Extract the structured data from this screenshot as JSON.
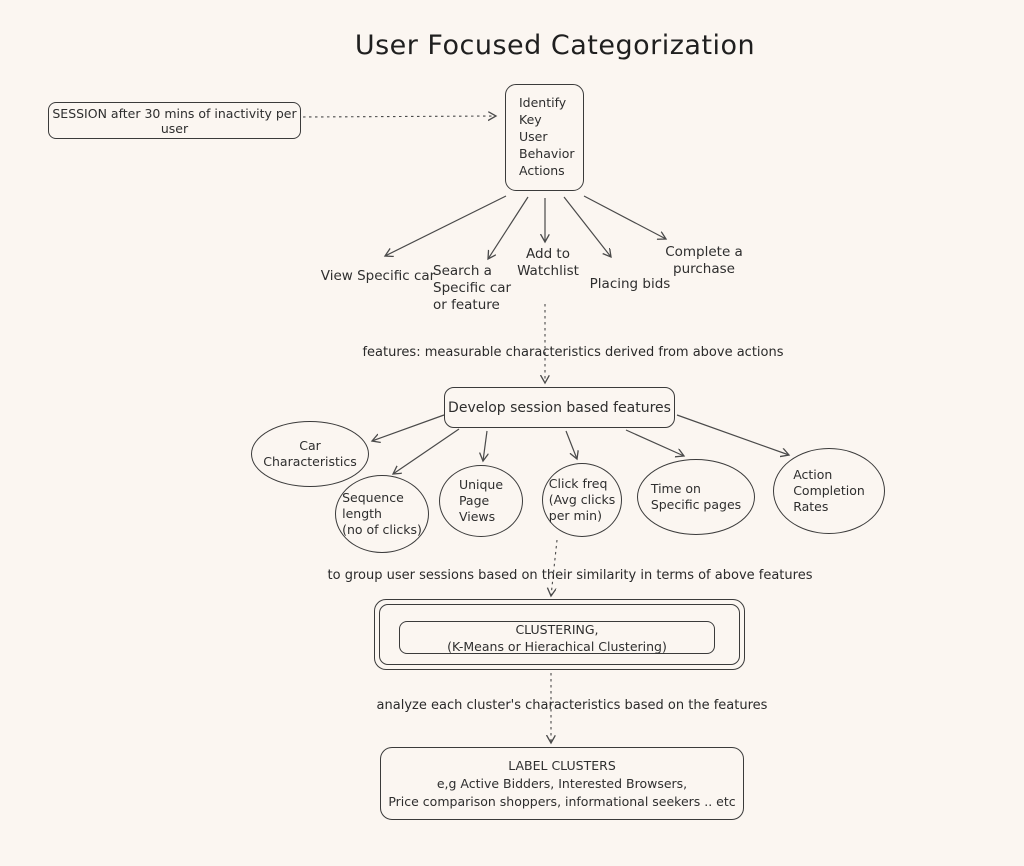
{
  "title": "User Focused Categorization",
  "colors": {
    "background": "#FBF6F1",
    "stroke": "#3b3b3b",
    "text": "#2e2e2e"
  },
  "nodes": {
    "session_note": "SESSION after 30 mins of inactivity per user",
    "identify": "Identify\nKey\nUser\nBehavior\nActions",
    "actions": {
      "view": "View Specific car",
      "search": "Search a\nSpecific car\nor feature",
      "watchlist": "Add to\nWatchlist",
      "bids": "Placing bids",
      "purchase": "Complete a purchase"
    },
    "features_note": "features: measurable characteristics derived from above actions",
    "develop": "Develop session based features",
    "feature_ellipses": {
      "car": "Car\nCharacteristics",
      "sequence": "Sequence\nlength\n(no of clicks)",
      "unique": "Unique\nPage\nViews",
      "clickfreq": "Click freq\n(Avg clicks\nper min)",
      "time": "Time on\nSpecific pages",
      "action": "Action\nCompletion\nRates"
    },
    "grouping_note": "to group user sessions based on their similarity in terms of above features",
    "clustering": "CLUSTERING,\n(K-Means or Hierachical Clustering)",
    "analyze_note": "analyze each cluster's characteristics based on the features",
    "label_clusters": "LABEL CLUSTERS\ne,g Active Bidders, Interested Browsers,\nPrice comparison shoppers, informational seekers .. etc"
  }
}
